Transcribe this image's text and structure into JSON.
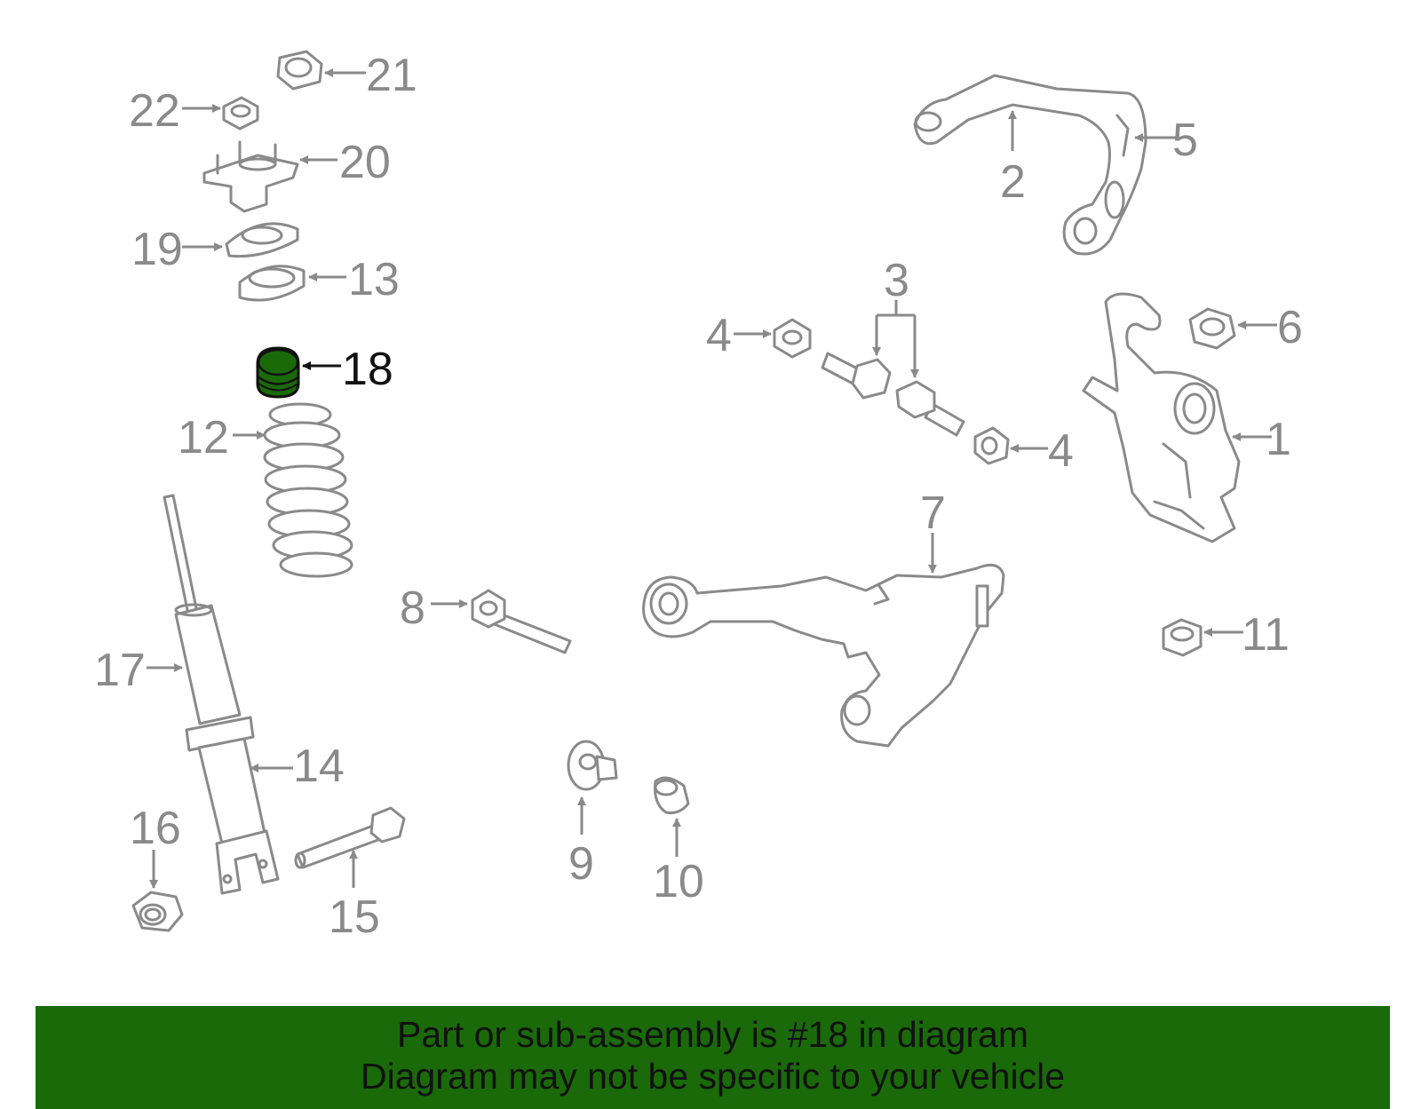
{
  "diagram": {
    "callouts": {
      "c1": "1",
      "c2": "2",
      "c3": "3",
      "c4a": "4",
      "c4b": "4",
      "c5": "5",
      "c6": "6",
      "c7": "7",
      "c8": "8",
      "c9": "9",
      "c10": "10",
      "c11": "11",
      "c12": "12",
      "c13": "13",
      "c14": "14",
      "c15": "15",
      "c16": "16",
      "c17": "17",
      "c18": "18",
      "c19": "19",
      "c20": "20",
      "c21": "21",
      "c22": "22"
    },
    "highlighted_part": "18",
    "highlight_color": "#1a6a0a",
    "line_color": "#8a8a8a"
  },
  "banner": {
    "line1": "Part or sub-assembly is #18 in diagram",
    "line2": "Diagram may not be specific to your vehicle",
    "background": "#1a6a0a"
  }
}
